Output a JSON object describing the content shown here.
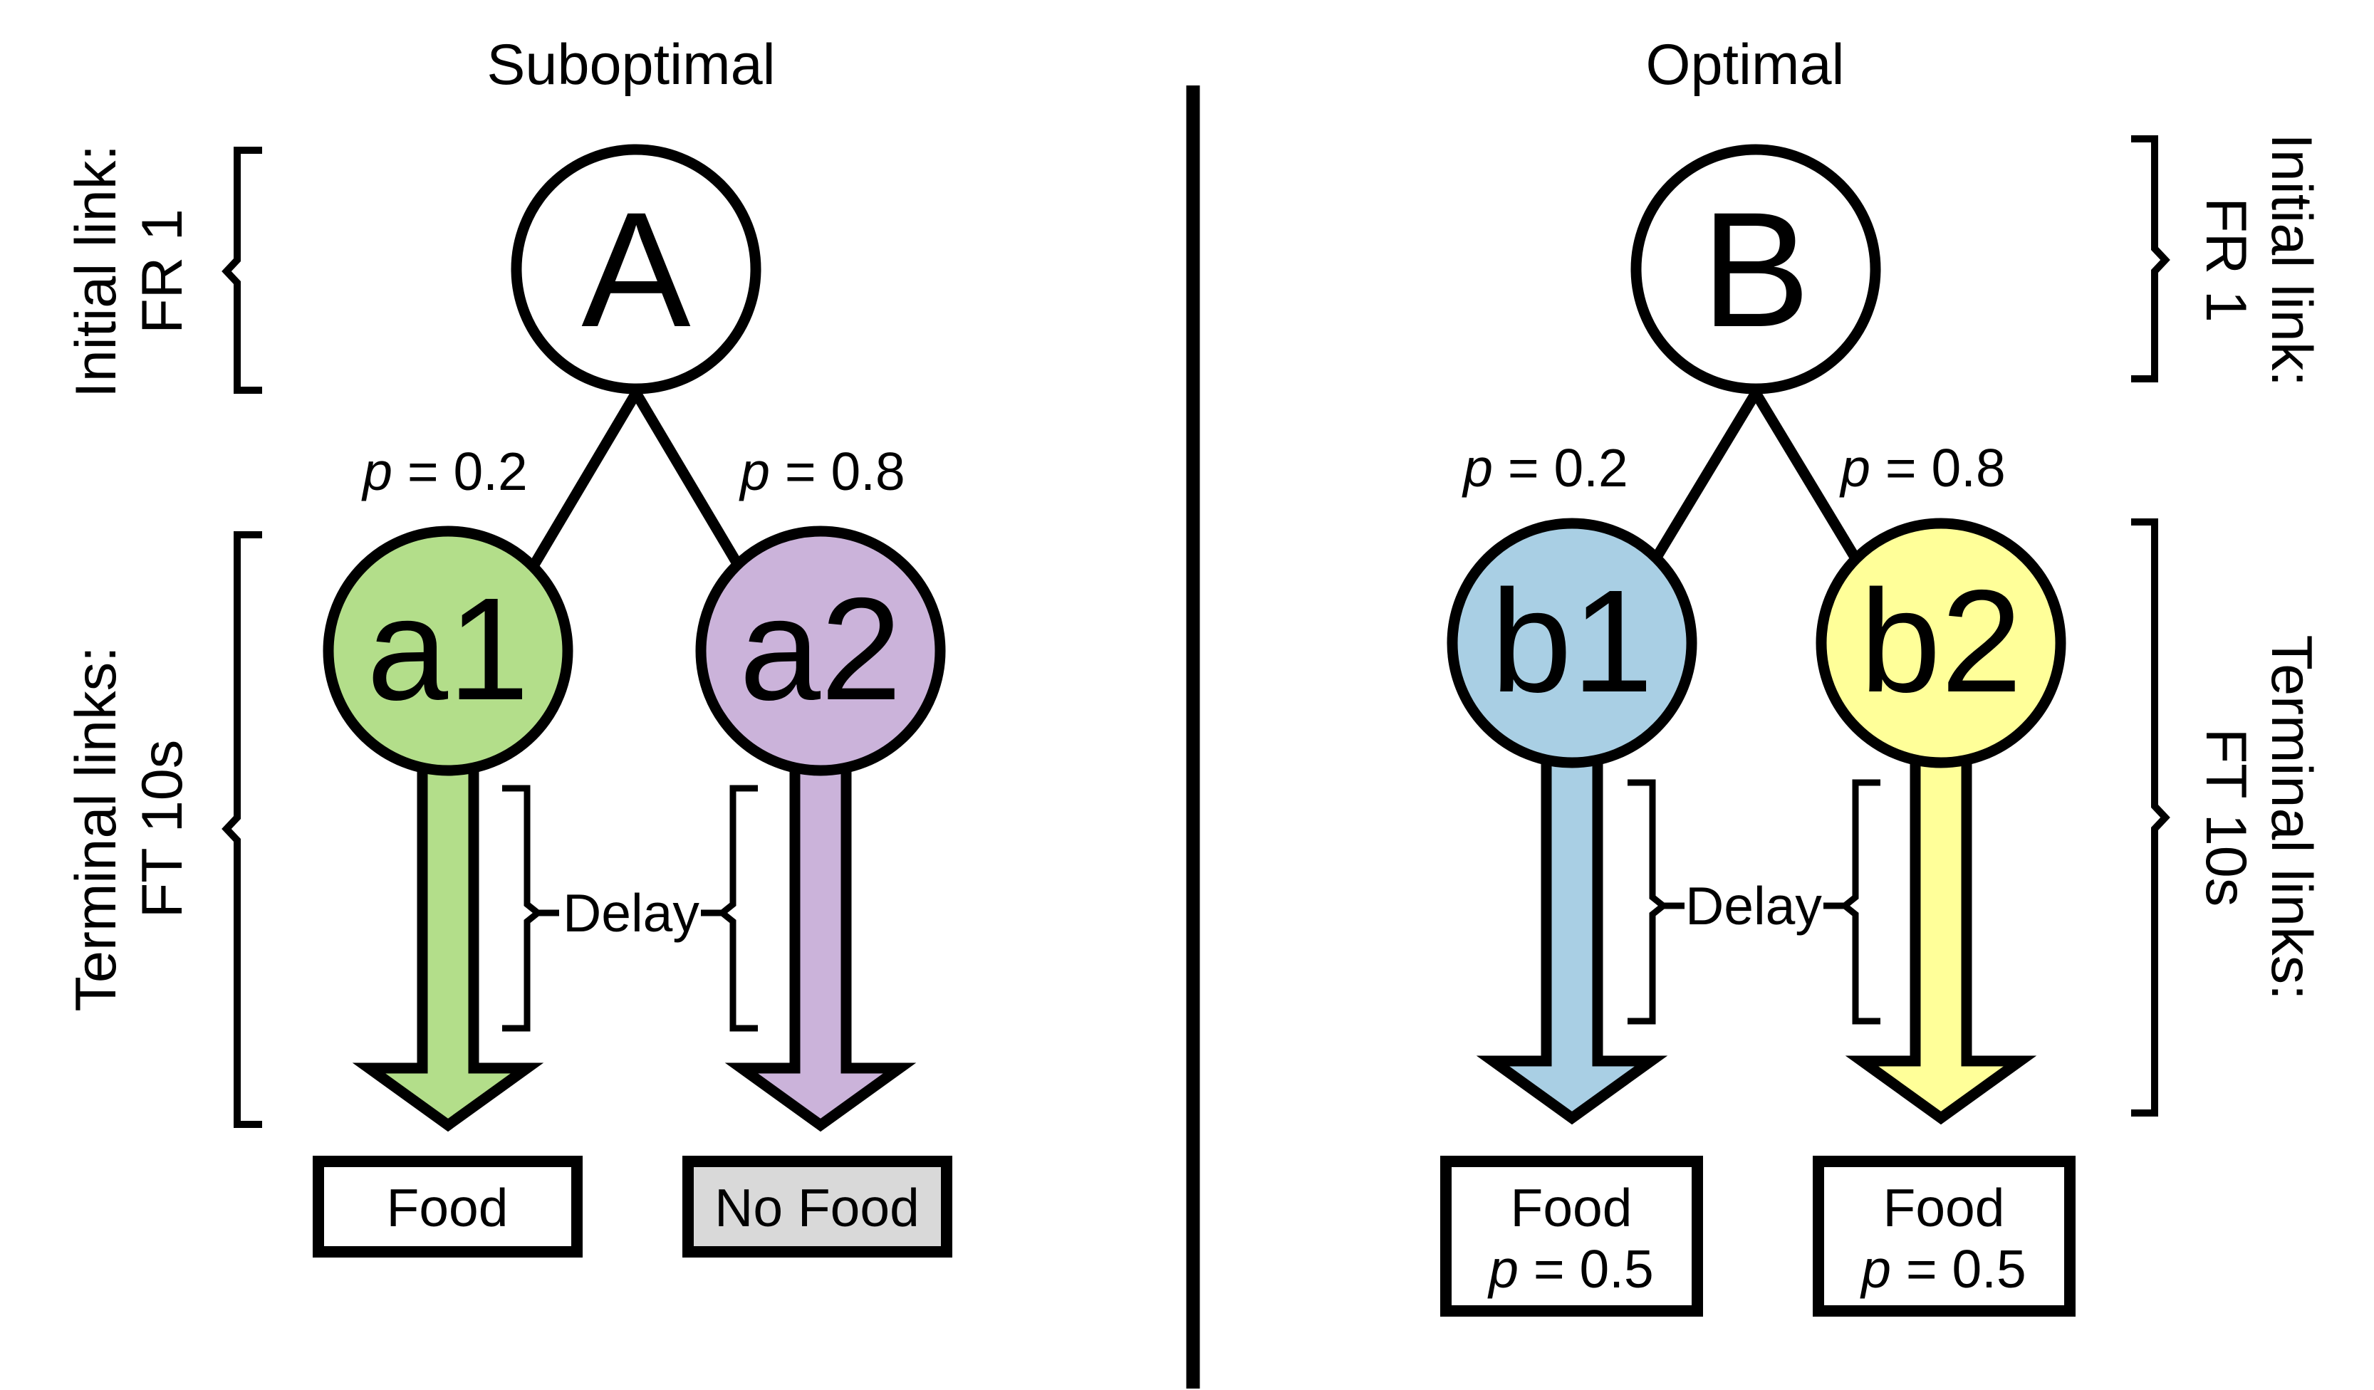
{
  "colors": {
    "a1": "#b3de8a",
    "a2": "#cbb3da",
    "b1": "#a9cfe4",
    "b2": "#ffff99",
    "no_food_fill": "#d9d9d9",
    "white": "#ffffff",
    "ink": "#000000"
  },
  "left": {
    "title": "Suboptimal",
    "initial_line1": "Initial link:",
    "initial_line2": "FR 1",
    "terminal_line1": "Terminal links:",
    "terminal_line2": "FT 10s",
    "root": "A",
    "child1": "a1",
    "child2": "a2",
    "p1_var": "p",
    "p1_rest": " = 0.2",
    "p2_var": "p",
    "p2_rest": " = 0.8",
    "delay": "Delay",
    "outcome1": "Food",
    "outcome2": "No Food"
  },
  "right": {
    "title": "Optimal",
    "initial_line1": "Initial link:",
    "initial_line2": "FR 1",
    "terminal_line1": "Terminal links:",
    "terminal_line2": "FT 10s",
    "root": "B",
    "child1": "b1",
    "child2": "b2",
    "p1_var": "p",
    "p1_rest": " = 0.2",
    "p2_var": "p",
    "p2_rest": " = 0.8",
    "delay": "Delay",
    "outcome1_line1": "Food",
    "outcome1_var": "p",
    "outcome1_rest": " = 0.5",
    "outcome2_line1": "Food",
    "outcome2_var": "p",
    "outcome2_rest": " = 0.5"
  },
  "icons": {
    "arrow": "down-arrow-icon",
    "bracket": "curly-brace-icon"
  }
}
